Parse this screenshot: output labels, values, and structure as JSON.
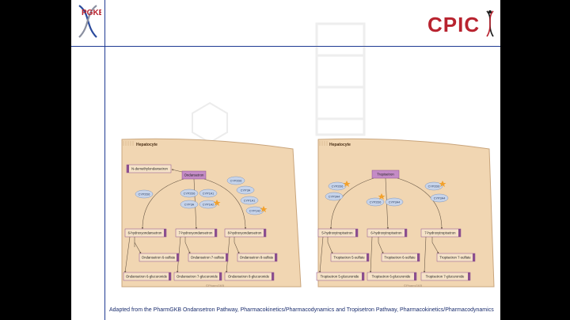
{
  "caption": "Adapted from the PharmGKB Ondansetron Pathway, Pharmacokinetics/Pharmacodynamics and Tropisetron Pathway, Pharmacokinetics/Pharmacodynamics",
  "logos": {
    "pgkb": "PGKB",
    "cpic": "CPIC"
  },
  "colors": {
    "slide_line": "#1f3a93",
    "cell_fill": "#f1d6b2",
    "drug_box": "#c48bc6",
    "enzyme": "#c7d4ea",
    "cpic_red": "#b8232f"
  },
  "ondansetron": {
    "hepatocyte_label": "Hepatocyte",
    "drug": "Ondansetron",
    "side_metabolite": "N-demethylondansetron",
    "enzyme_groups": {
      "left": [
        "CYP2D6"
      ],
      "middle": [
        "CYP2D6",
        "CYP1A1",
        "CYP3A",
        "CYP1A2"
      ],
      "right": [
        "CYP2D6",
        "CYP3A",
        "CYP1A1",
        "CYP1A2"
      ]
    },
    "metabolites": [
      "6-hydroxyondansetron",
      "7-hydroxyondansetron",
      "8-hydroxyondansetron"
    ],
    "sulfates": [
      "Ondansetron 6-sulfate",
      "Ondansetron 7-sulfate",
      "Ondansetron 8-sulfate"
    ],
    "glucuronides": [
      "Ondansetron 6-glucuronide",
      "Ondansetron 7-glucuronide",
      "Ondansetron 8-glucuronide"
    ],
    "watermark": "©PharmGKB"
  },
  "tropisetron": {
    "hepatocyte_label": "Hepatocyte",
    "drug": "Tropisetron",
    "enzyme_groups": {
      "left": [
        "CYP2D6",
        "CYP3A4"
      ],
      "middle": [
        "CYP2D6",
        "CYP3A4"
      ],
      "right": [
        "CYP2D6",
        "CYP3A4"
      ]
    },
    "metabolites": [
      "5-hydroxytropisetron",
      "6-hydroxytropisetron",
      "7-hydroxytropisetron"
    ],
    "sulfates": [
      "Tropisetron 5-sulfate",
      "Tropisetron 6-sulfate",
      "Tropisetron 7-sulfate"
    ],
    "glucuronides": [
      "Tropisetron 5-glucuronide",
      "Tropisetron 6-glucuronide",
      "Tropisetron 7-glucuronide"
    ],
    "watermark": "©PharmGKB"
  }
}
